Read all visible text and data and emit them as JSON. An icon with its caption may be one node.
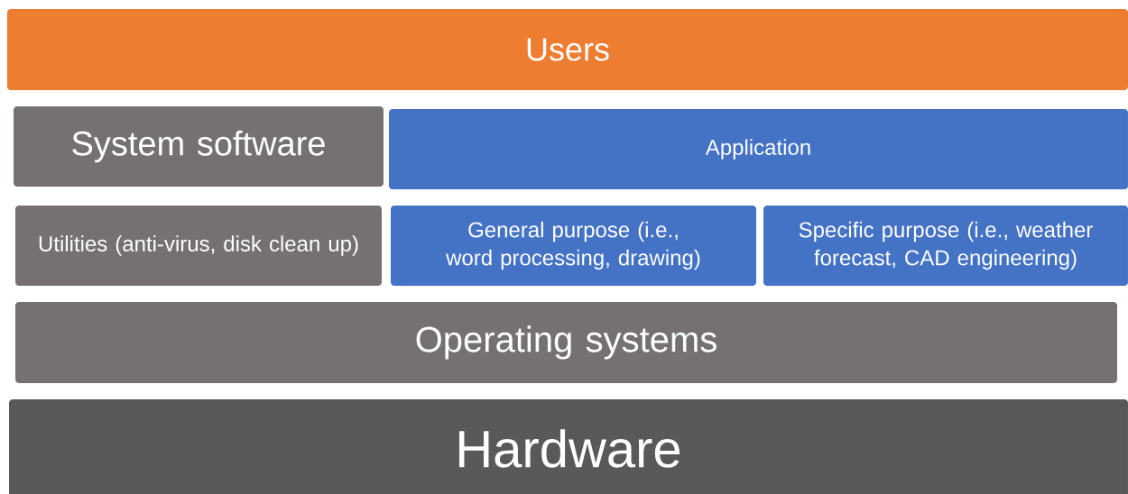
{
  "diagram": {
    "nodes": [
      {
        "text": [
          "Users"
        ]
      },
      {
        "text": [
          "System software"
        ]
      },
      {
        "text": [
          "Application"
        ]
      },
      {
        "text": [
          "Utilities (anti-virus, disk clean up)"
        ]
      },
      {
        "text": [
          "General purpose (i.e., word processing, drawing)"
        ]
      },
      {
        "text": [
          "Specific purpose (i.e., weather forecast, CAD engineering)"
        ]
      },
      {
        "text": [
          "Operating systems"
        ]
      },
      {
        "text": [
          "Hardware"
        ]
      }
    ]
  }
}
